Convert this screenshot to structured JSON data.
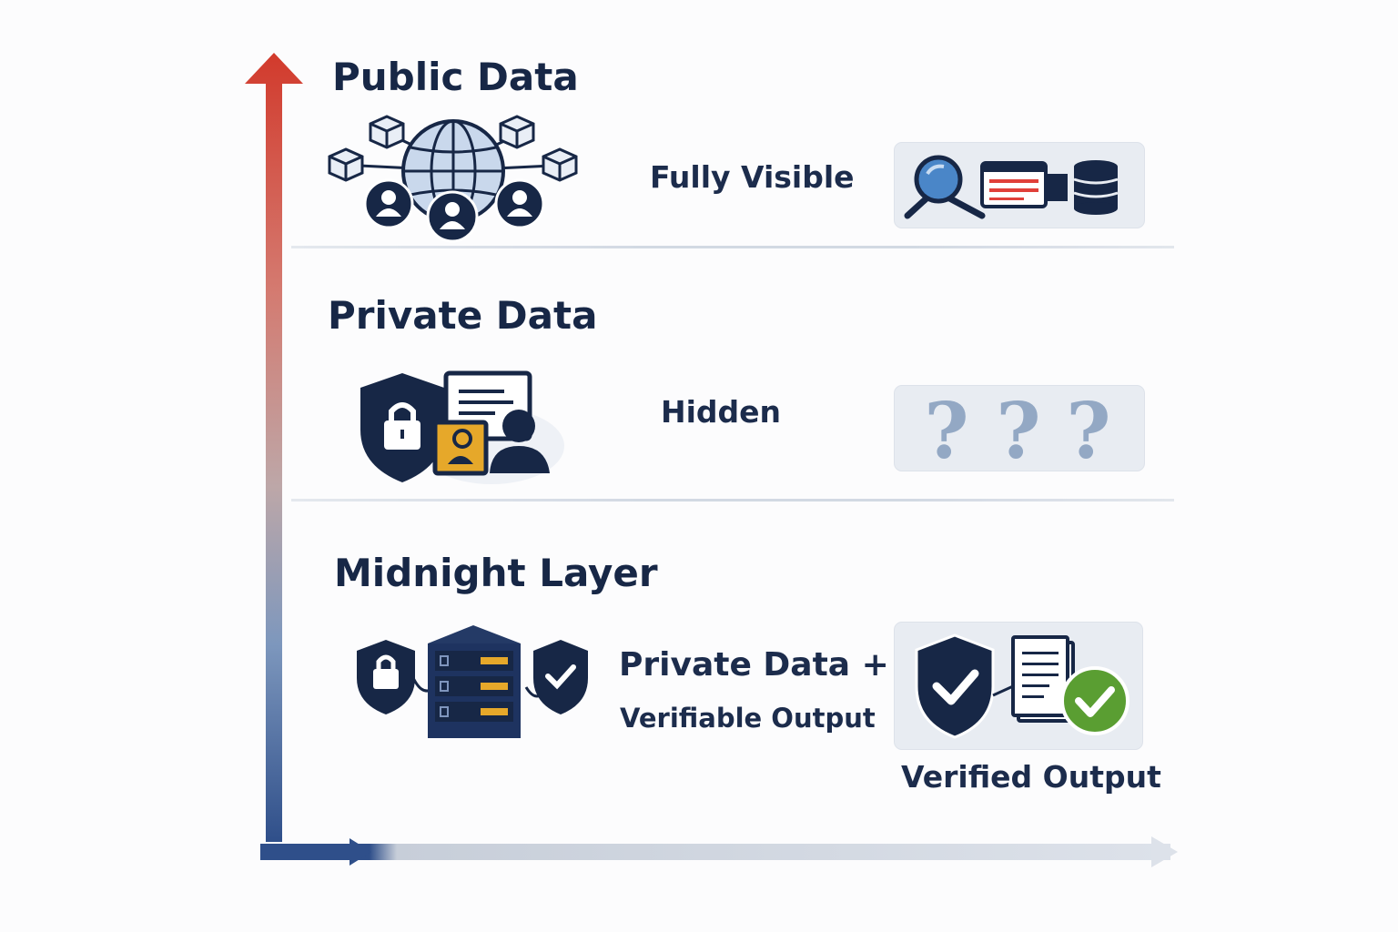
{
  "layers": [
    {
      "title": "Public Data",
      "description": "Fully Visible"
    },
    {
      "title": "Private Data",
      "description": "Hidden",
      "panel_text": "? ? ?"
    },
    {
      "title": "Midnight Layer",
      "description_line1": "Private Data +",
      "description_line2": "Verifiable Output",
      "panel_caption": "Verified Output"
    }
  ],
  "colors": {
    "navy": "#172746",
    "axis_top": "#d23a2c",
    "axis_bottom": "#2f4f8a",
    "gold": "#e6a82a",
    "green": "#5a9e32",
    "globe": "#c9d8ec"
  },
  "icons": {
    "public": [
      "globe-network-icon",
      "user-icon",
      "magnifier-icon",
      "browser-window-icon",
      "database-icon"
    ],
    "private": [
      "shield-lock-icon",
      "id-card-icon",
      "person-icon",
      "question-marks"
    ],
    "midnight": [
      "lock-shield-icon",
      "server-icon",
      "check-shield-icon",
      "document-icon",
      "check-badge-icon"
    ]
  }
}
